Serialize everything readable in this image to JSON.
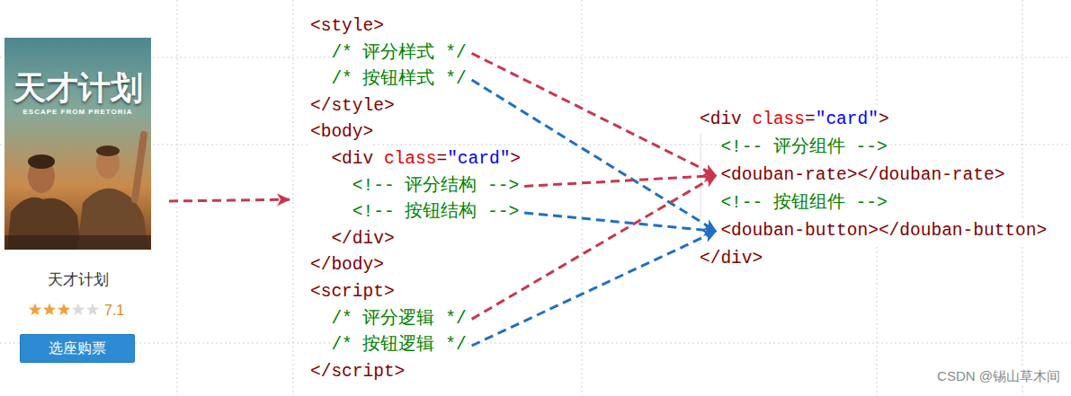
{
  "diagram": {
    "nodes": [
      {
        "text": [
          "天才计划",
          "7.1"
        ]
      },
      {
        "text": [
          "选座购票"
        ],
        "in": 0
      },
      {
        "text": [
          "<style>",
          "</style>",
          "<body>",
          "<div",
          "class",
          "=",
          "\"card\"",
          ">",
          "</div>",
          "</body>",
          "<script>",
          "</script>"
        ]
      },
      {
        "text": [
          "/* 评分样式 */"
        ],
        "in": 2
      },
      {
        "text": [
          "/* 按钮样式 */"
        ],
        "in": 2
      },
      {
        "text": [
          "<!-- 评分结构 -->"
        ],
        "in": 2
      },
      {
        "text": [
          "<!-- 按钮结构 -->"
        ],
        "in": 2
      },
      {
        "text": [
          "/* 评分逻辑 */"
        ],
        "in": 2
      },
      {
        "text": [
          "/* 按钮逻辑 */"
        ],
        "in": 2
      },
      {
        "text": [
          "<div",
          "class",
          "=",
          "\"card\"",
          ">",
          "<!-- 评分组件 -->",
          "<!-- 按钮组件 -->",
          "</div>"
        ]
      },
      {
        "text": [
          "<douban-rate></douban-rate>"
        ],
        "in": 9
      },
      {
        "text": [
          "<douban-button></douban-button>"
        ],
        "in": 9
      }
    ],
    "edges": [
      {
        "from": 0,
        "to": 2,
        "arrow": "to"
      },
      {
        "from": 3,
        "to": 10,
        "arrow": "to"
      },
      {
        "from": 4,
        "to": 11,
        "arrow": "to"
      },
      {
        "from": 5,
        "to": 10,
        "arrow": "to"
      },
      {
        "from": 6,
        "to": 11,
        "arrow": "to"
      },
      {
        "from": 7,
        "to": 10,
        "arrow": "to"
      },
      {
        "from": 8,
        "to": 11,
        "arrow": "to"
      }
    ],
    "labels": [
      "天才计划",
      "ESCAPE FROM PRETORIA",
      "CSDN @锡山草木间"
    ]
  }
}
